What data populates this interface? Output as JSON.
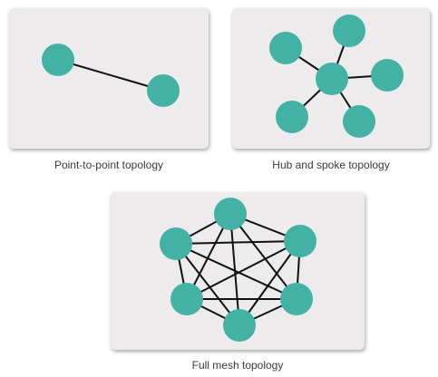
{
  "diagrams": [
    {
      "key": "p2p",
      "caption": "Point-to-point topology",
      "node_color": "#43b2a5",
      "edge_color": "#111111",
      "panel_color": "#edebec"
    },
    {
      "key": "hub",
      "caption": "Hub and spoke topology",
      "node_color": "#43b2a5",
      "edge_color": "#111111",
      "panel_color": "#edebec"
    },
    {
      "key": "mesh",
      "caption": "Full mesh topology",
      "node_color": "#43b2a5",
      "edge_color": "#111111",
      "panel_color": "#edebec"
    }
  ]
}
